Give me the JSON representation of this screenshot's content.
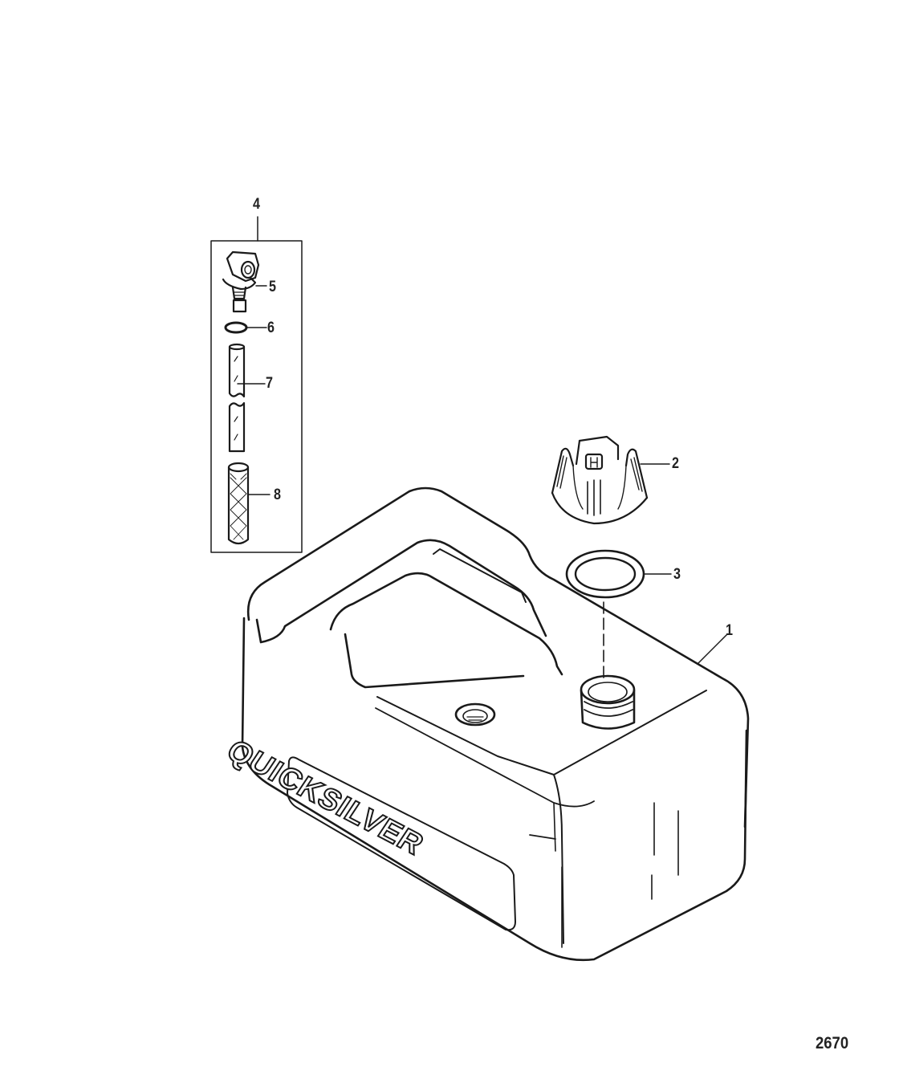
{
  "diagram": {
    "type": "exploded-parts-diagram",
    "subject": "Portable fuel tank",
    "brand_label": "QUICKSILVER",
    "figure_number": "2670",
    "callouts": [
      {
        "id": "1",
        "label": "1",
        "part": "fuel tank"
      },
      {
        "id": "2",
        "label": "2",
        "part": "fuel cap"
      },
      {
        "id": "3",
        "label": "3",
        "part": "gasket"
      },
      {
        "id": "4",
        "label": "4",
        "part": "pickup tube assembly"
      },
      {
        "id": "5",
        "label": "5",
        "part": "elbow fitting"
      },
      {
        "id": "6",
        "label": "6",
        "part": "o-ring"
      },
      {
        "id": "7",
        "label": "7",
        "part": "pickup tube"
      },
      {
        "id": "8",
        "label": "8",
        "part": "filter screen"
      }
    ],
    "colors": {
      "line": "#1a1a1a",
      "background": "#ffffff"
    }
  }
}
